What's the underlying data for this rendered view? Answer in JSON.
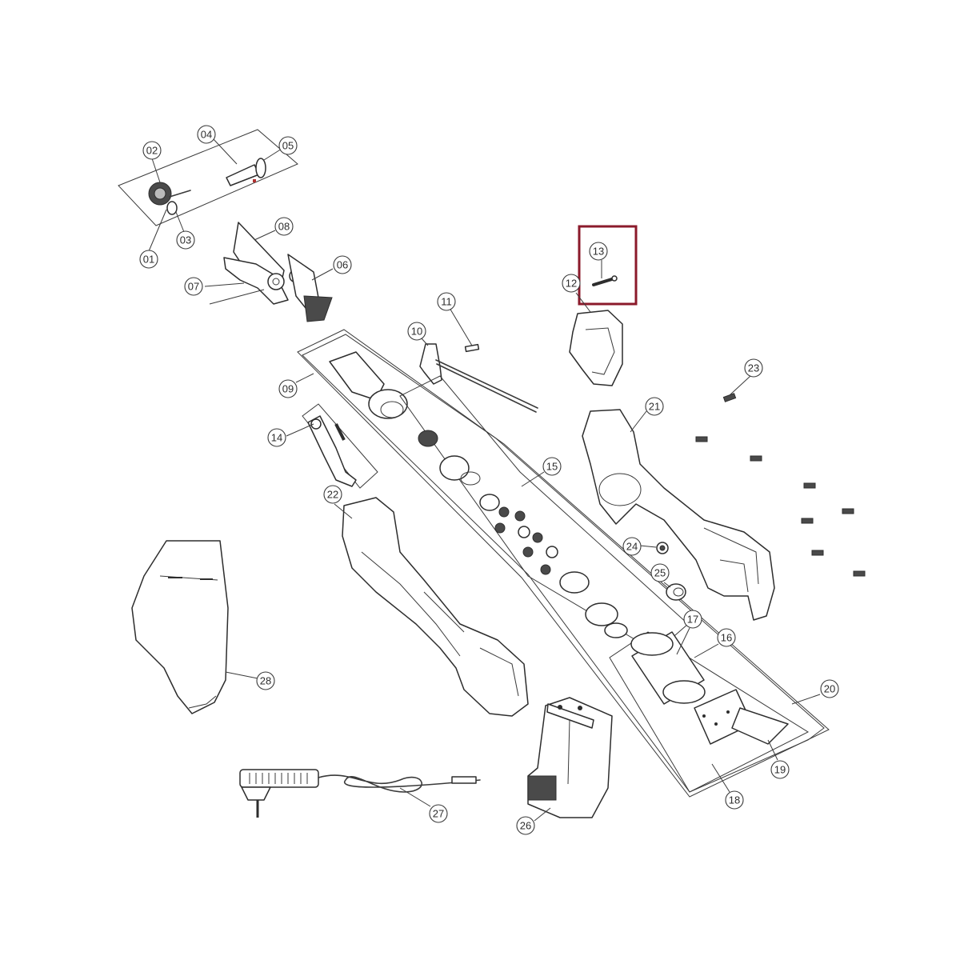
{
  "callouts": [
    "01",
    "02",
    "03",
    "04",
    "05",
    "06",
    "07",
    "08",
    "09",
    "10",
    "11",
    "12",
    "13",
    "14",
    "15",
    "16",
    "17",
    "18",
    "19",
    "20",
    "21",
    "22",
    "23",
    "24",
    "25",
    "26",
    "27",
    "28"
  ],
  "highlight": {
    "part": "13",
    "color": "#8b1a2b"
  },
  "icons": [
    "gear-icon",
    "blade-icon",
    "handle-icon",
    "battery-icon",
    "charger-icon",
    "holster-icon",
    "screw-icon",
    "motor-icon",
    "circuit-board-icon"
  ]
}
